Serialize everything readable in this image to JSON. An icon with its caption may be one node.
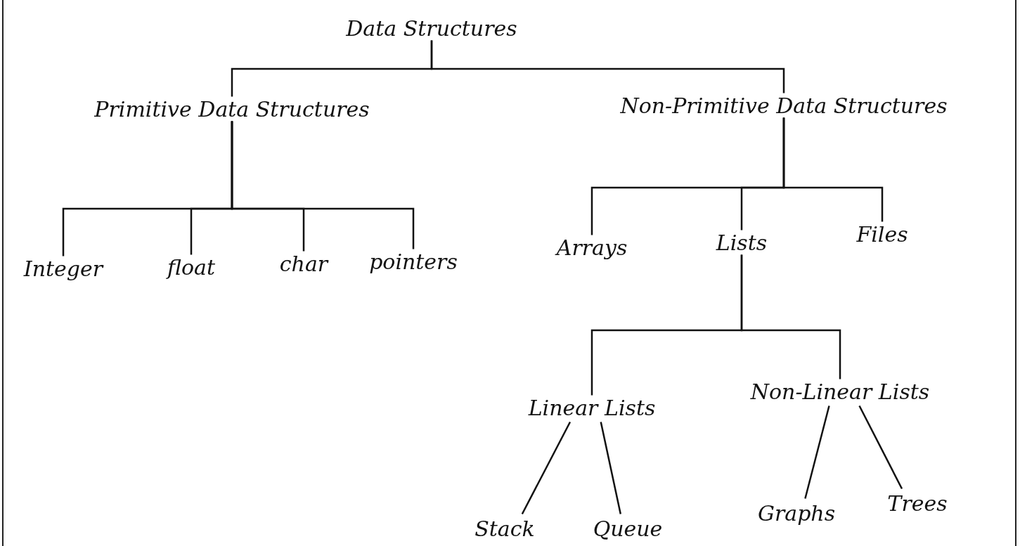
{
  "diagram": {
    "nodes": [
      {
        "text": [
          "Data Structures"
        ]
      },
      {
        "text": [
          "Primitive Data Structures"
        ]
      },
      {
        "text": [
          "Non-Primitive Data Structures"
        ]
      },
      {
        "text": [
          "Integer"
        ]
      },
      {
        "text": [
          "float"
        ]
      },
      {
        "text": [
          "char"
        ]
      },
      {
        "text": [
          "pointers"
        ]
      },
      {
        "text": [
          "Arrays"
        ]
      },
      {
        "text": [
          "Lists"
        ]
      },
      {
        "text": [
          "Files"
        ]
      },
      {
        "text": [
          "Linear Lists"
        ]
      },
      {
        "text": [
          "Non-Linear Lists"
        ]
      },
      {
        "text": [
          "Stack"
        ]
      },
      {
        "text": [
          "Queue"
        ]
      },
      {
        "text": [
          "Graphs"
        ]
      },
      {
        "text": [
          "Trees"
        ]
      }
    ],
    "edges": [
      {
        "from": 0,
        "to": 1,
        "arrow": "none"
      },
      {
        "from": 0,
        "to": 2,
        "arrow": "none"
      },
      {
        "from": 1,
        "to": 3,
        "arrow": "none"
      },
      {
        "from": 1,
        "to": 4,
        "arrow": "none"
      },
      {
        "from": 1,
        "to": 5,
        "arrow": "none"
      },
      {
        "from": 1,
        "to": 6,
        "arrow": "none"
      },
      {
        "from": 2,
        "to": 7,
        "arrow": "none"
      },
      {
        "from": 2,
        "to": 8,
        "arrow": "none"
      },
      {
        "from": 2,
        "to": 9,
        "arrow": "none"
      },
      {
        "from": 8,
        "to": 10,
        "arrow": "none"
      },
      {
        "from": 8,
        "to": 11,
        "arrow": "none"
      },
      {
        "from": 10,
        "to": 12,
        "arrow": "none"
      },
      {
        "from": 10,
        "to": 13,
        "arrow": "none"
      },
      {
        "from": 11,
        "to": 14,
        "arrow": "none"
      },
      {
        "from": 11,
        "to": 15,
        "arrow": "none"
      }
    ]
  }
}
